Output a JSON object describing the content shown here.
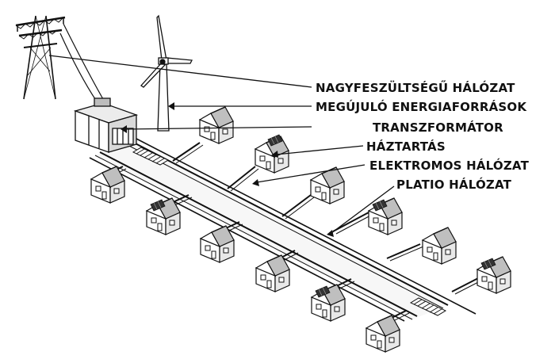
{
  "labels": {
    "high_voltage": "NAGYFESZÜLTSÉGŰ HÁLÓZAT",
    "renewable": "MEGÚJULÓ ENERGIAFORRÁSOK",
    "transformer": "TRANSZFORMÁTOR",
    "household": "HÁZTARTÁS",
    "electric_network": "ELEKTROMOS HÁLÓZAT",
    "platio_network": "PLATIO HÁLÓZAT"
  },
  "colors": {
    "ink": "#111111",
    "roof": "#bfbfbf",
    "wall": "#ffffff",
    "transformer_body": "#d9d9d9",
    "solar_panel": "#333333"
  },
  "icons": [
    "power-pylon-icon",
    "wind-turbine-icon",
    "transformer-icon",
    "house-icon",
    "solar-panel-icon"
  ]
}
